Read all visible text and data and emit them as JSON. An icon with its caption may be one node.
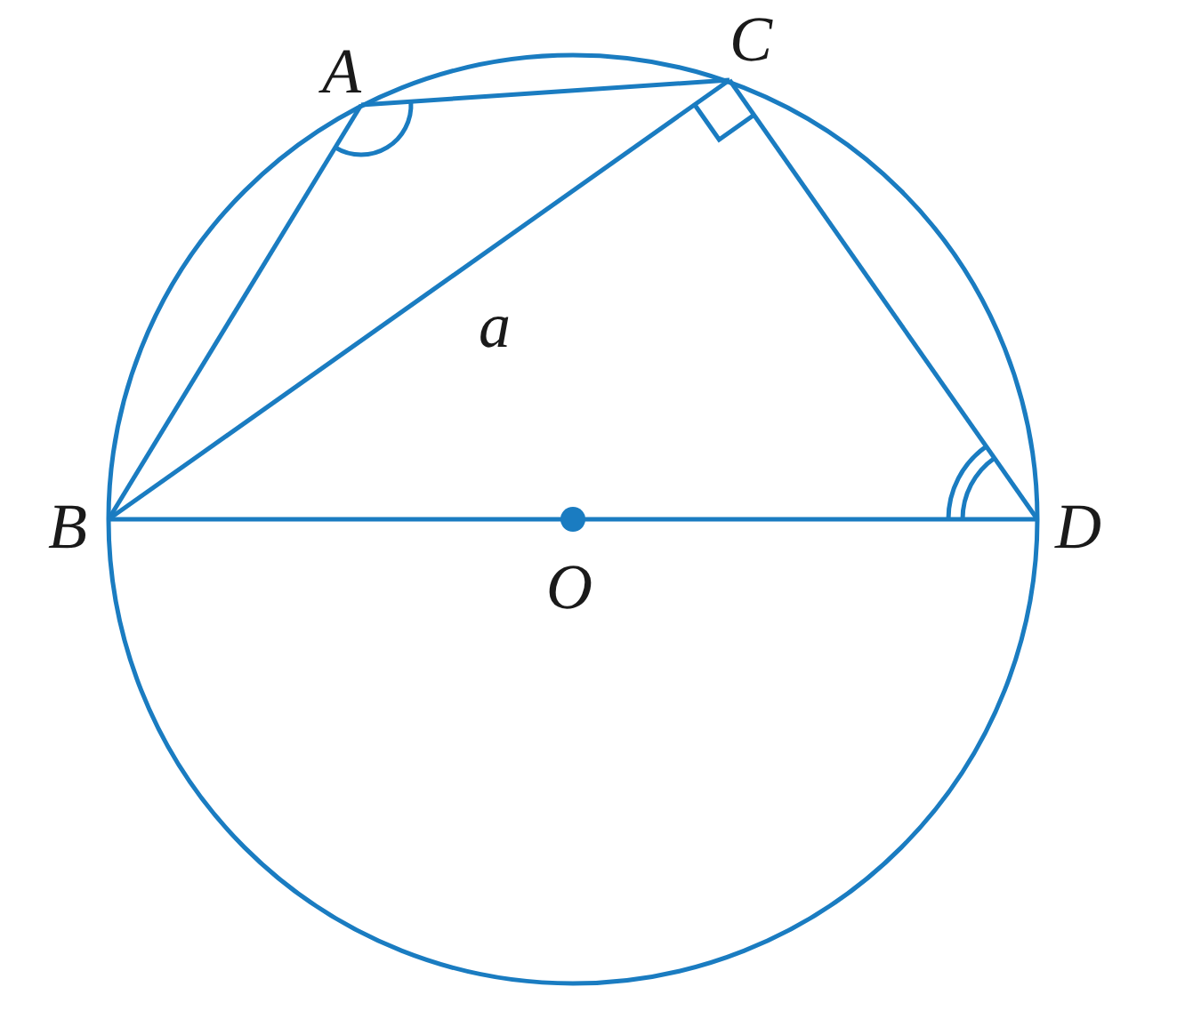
{
  "diagram": {
    "nodes": [
      {
        "text": [
          "A"
        ]
      },
      {
        "text": [
          "C"
        ]
      },
      {
        "text": [
          "B"
        ]
      },
      {
        "text": [
          "D"
        ]
      },
      {
        "text": [
          "O"
        ]
      }
    ],
    "edges": [
      {
        "from": 2,
        "to": 0,
        "arrow": "none"
      },
      {
        "from": 0,
        "to": 1,
        "arrow": "none"
      },
      {
        "from": 2,
        "to": 1,
        "arrow": "none"
      },
      {
        "from": 1,
        "to": 3,
        "arrow": "none"
      },
      {
        "from": 2,
        "to": 3,
        "arrow": "none"
      }
    ],
    "labels": [
      "a"
    ]
  }
}
